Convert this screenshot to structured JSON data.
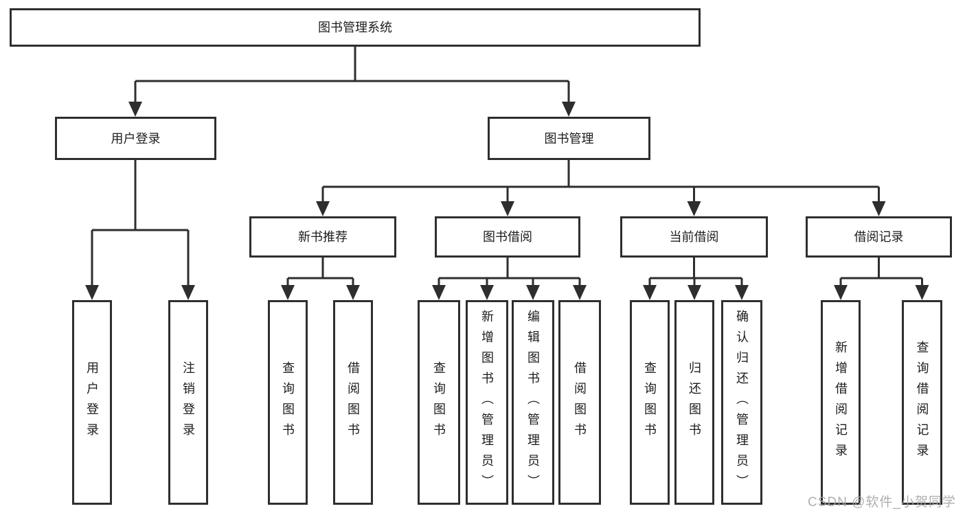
{
  "diagram": {
    "root": {
      "label": "图书管理系统"
    },
    "branches": [
      {
        "label": "用户登录",
        "children": [
          {
            "label": "用户登录"
          },
          {
            "label": "注销登录"
          }
        ]
      },
      {
        "label": "图书管理",
        "children": [
          {
            "label": "新书推荐",
            "children": [
              {
                "label": "查询图书"
              },
              {
                "label": "借阅图书"
              }
            ]
          },
          {
            "label": "图书借阅",
            "children": [
              {
                "label": "查询图书"
              },
              {
                "label": "新增图书（管理员）"
              },
              {
                "label": "编辑图书（管理员）"
              },
              {
                "label": "借阅图书"
              }
            ]
          },
          {
            "label": "当前借阅",
            "children": [
              {
                "label": "查询图书"
              },
              {
                "label": "归还图书"
              },
              {
                "label": "确认归还（管理员）"
              }
            ]
          },
          {
            "label": "借阅记录",
            "children": [
              {
                "label": "新增借阅记录"
              },
              {
                "label": "查询借阅记录"
              }
            ]
          }
        ]
      }
    ]
  },
  "watermark": "CSDN @软件_小贺同学",
  "colors": {
    "line": "#2e2e2e",
    "box_border": "#2e2e2e",
    "text": "#1c1c1c",
    "watermark": "#a6a6a6"
  }
}
